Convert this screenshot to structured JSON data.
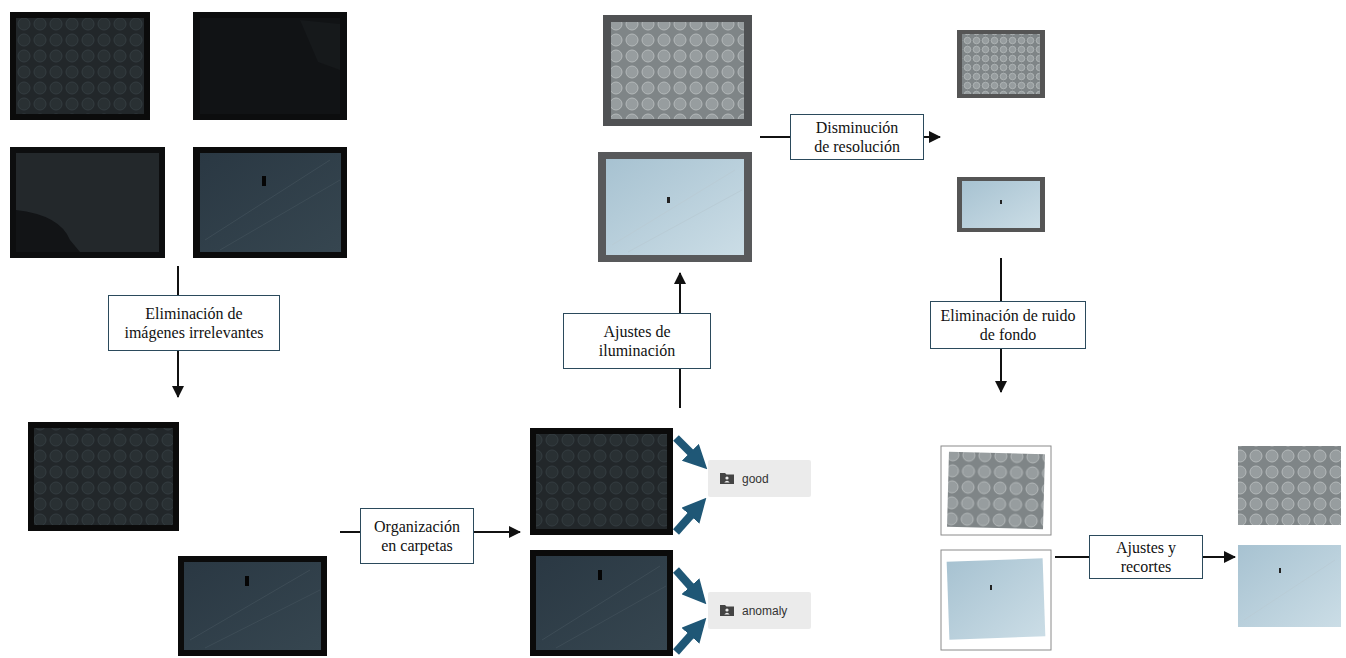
{
  "diagram": {
    "nodes": [
      {
        "text": [
          "Eliminación de imágenes irrelevantes"
        ]
      },
      {
        "text": [
          "Organización en carpetas"
        ]
      },
      {
        "text": [
          "good"
        ]
      },
      {
        "text": [
          "anomaly"
        ]
      },
      {
        "text": [
          "Ajustes de iluminación"
        ]
      },
      {
        "text": [
          "Disminución de resolución"
        ]
      },
      {
        "text": [
          "Eliminación de ruido de fondo"
        ]
      },
      {
        "text": [
          "Ajustes y recortes"
        ]
      }
    ]
  }
}
